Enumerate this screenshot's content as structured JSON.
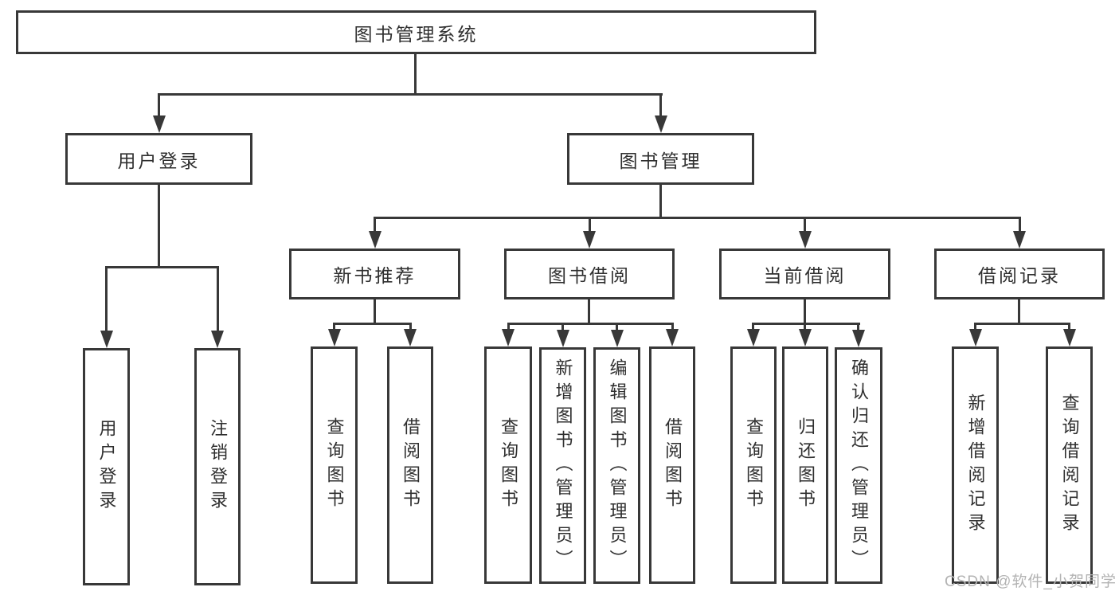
{
  "tree": {
    "label": "图书管理系统",
    "children": [
      {
        "label": "用户登录",
        "children": [
          {
            "label": "用户登录"
          },
          {
            "label": "注销登录"
          }
        ]
      },
      {
        "label": "图书管理",
        "children": [
          {
            "label": "新书推荐",
            "children": [
              {
                "label": "查询图书"
              },
              {
                "label": "借阅图书"
              }
            ]
          },
          {
            "label": "图书借阅",
            "children": [
              {
                "label": "查询图书"
              },
              {
                "label": "新增图书（管理员）"
              },
              {
                "label": "编辑图书（管理员）"
              },
              {
                "label": "借阅图书"
              }
            ]
          },
          {
            "label": "当前借阅",
            "children": [
              {
                "label": "查询图书"
              },
              {
                "label": "归还图书"
              },
              {
                "label": "确认归还（管理员）"
              }
            ]
          },
          {
            "label": "借阅记录",
            "children": [
              {
                "label": "新增借阅记录"
              },
              {
                "label": "查询借阅记录"
              }
            ]
          }
        ]
      }
    ]
  },
  "watermark": {
    "text": "CSDN @软件_小贺同学"
  },
  "colors": {
    "line": "#383838",
    "text": "#2f2f2f",
    "watermark": "#b3b3b3",
    "background": "#ffffff"
  }
}
